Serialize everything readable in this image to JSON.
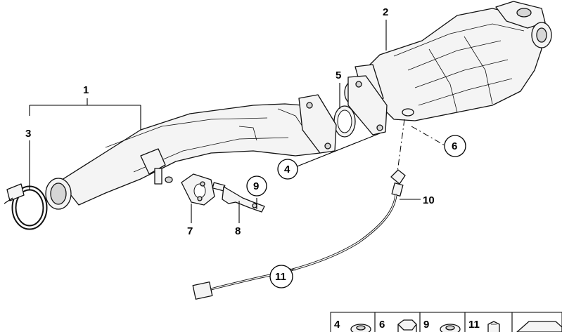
{
  "callouts": {
    "c1": "1",
    "c2": "2",
    "c3": "3",
    "c4": "4",
    "c5": "5",
    "c6": "6",
    "c7": "7",
    "c8": "8",
    "c9": "9",
    "c10": "10",
    "c11": "11"
  },
  "legend": {
    "items": [
      {
        "number": "4",
        "icon": "nut-icon"
      },
      {
        "number": "6",
        "icon": "hex-nut-icon"
      },
      {
        "number": "9",
        "icon": "nut-icon"
      },
      {
        "number": "11",
        "icon": "cable-clip-icon"
      },
      {
        "number": "",
        "icon": "bracket-icon"
      }
    ]
  },
  "colors": {
    "line": "#000000",
    "part_fill": "#f4f4f4",
    "part_shade": "#d6d6d6",
    "background": "#ffffff"
  }
}
